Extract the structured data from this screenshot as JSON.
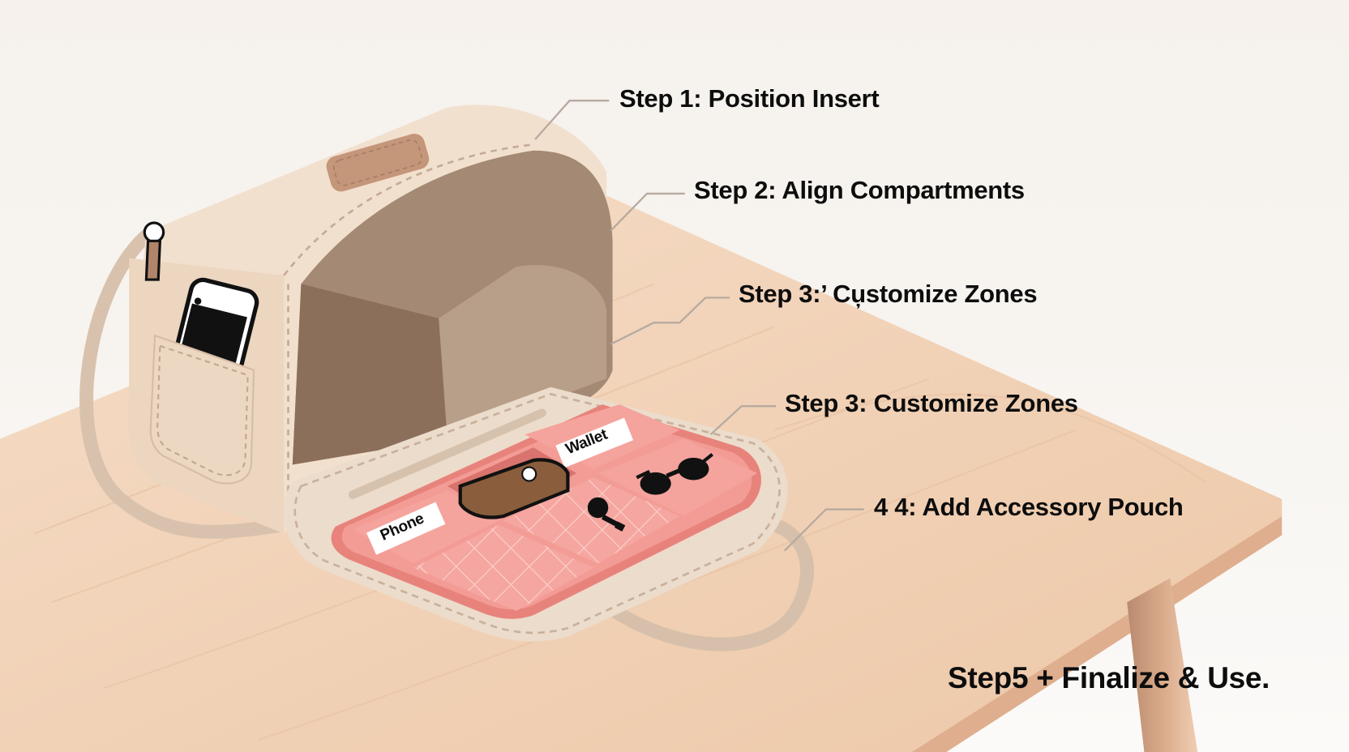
{
  "diagram": {
    "subject": "Bag organizer insert steps",
    "palette": {
      "background": "#f6f1ec",
      "table_top": "#f2d3b8",
      "table_edge": "#e0b394",
      "bag_outer": "#efdcc9",
      "bag_interior": "#a88c76",
      "tray_pink": "#f39a93",
      "tray_rim": "#e8837c",
      "leader_line": "#b7aaa0",
      "text": "#0d0d0d"
    },
    "steps": [
      {
        "id": "step1",
        "text": "Step 1: Position Insert"
      },
      {
        "id": "step2",
        "text": "Step 2: Align Compartments"
      },
      {
        "id": "step3a",
        "text": "Step 3:’ Cu̦stomize Zones"
      },
      {
        "id": "step3b",
        "text": "Step 3: Customize Zones"
      },
      {
        "id": "step4",
        "text": "4 4: Add Accessory Pouch"
      },
      {
        "id": "step5",
        "text": "Step5 + Finalize & Use."
      }
    ],
    "tray_labels": {
      "phone": "Phone",
      "wallet": "Wallet"
    },
    "items": [
      "phone-icon",
      "wallet-icon",
      "key-icon",
      "sunglasses-icon",
      "zipper-pull-icon",
      "handle-patch"
    ]
  }
}
